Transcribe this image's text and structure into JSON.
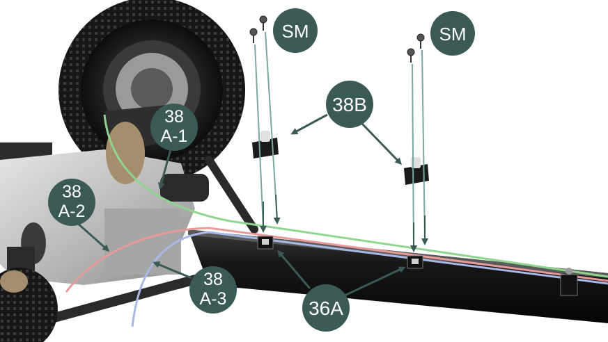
{
  "callouts": {
    "sm_left": "SM",
    "sm_right": "SM",
    "c38b": "38B",
    "c38a1_line1": "38",
    "c38a1_line2": "A-1",
    "c38a2_line1": "38",
    "c38a2_line2": "A-2",
    "c38a3_line1": "38",
    "c38a3_line2": "A-3",
    "c36a": "36A"
  },
  "colors": {
    "callout_fill": "#3b5a55",
    "callout_text": "#ffffff",
    "arrow": "#3b5a55",
    "wire_green": "#8fd48f",
    "wire_red": "#e89a9a",
    "wire_blue": "#a9b8e8",
    "chassis": "#1e1e1e",
    "gearbox": "#c9c9c9"
  }
}
